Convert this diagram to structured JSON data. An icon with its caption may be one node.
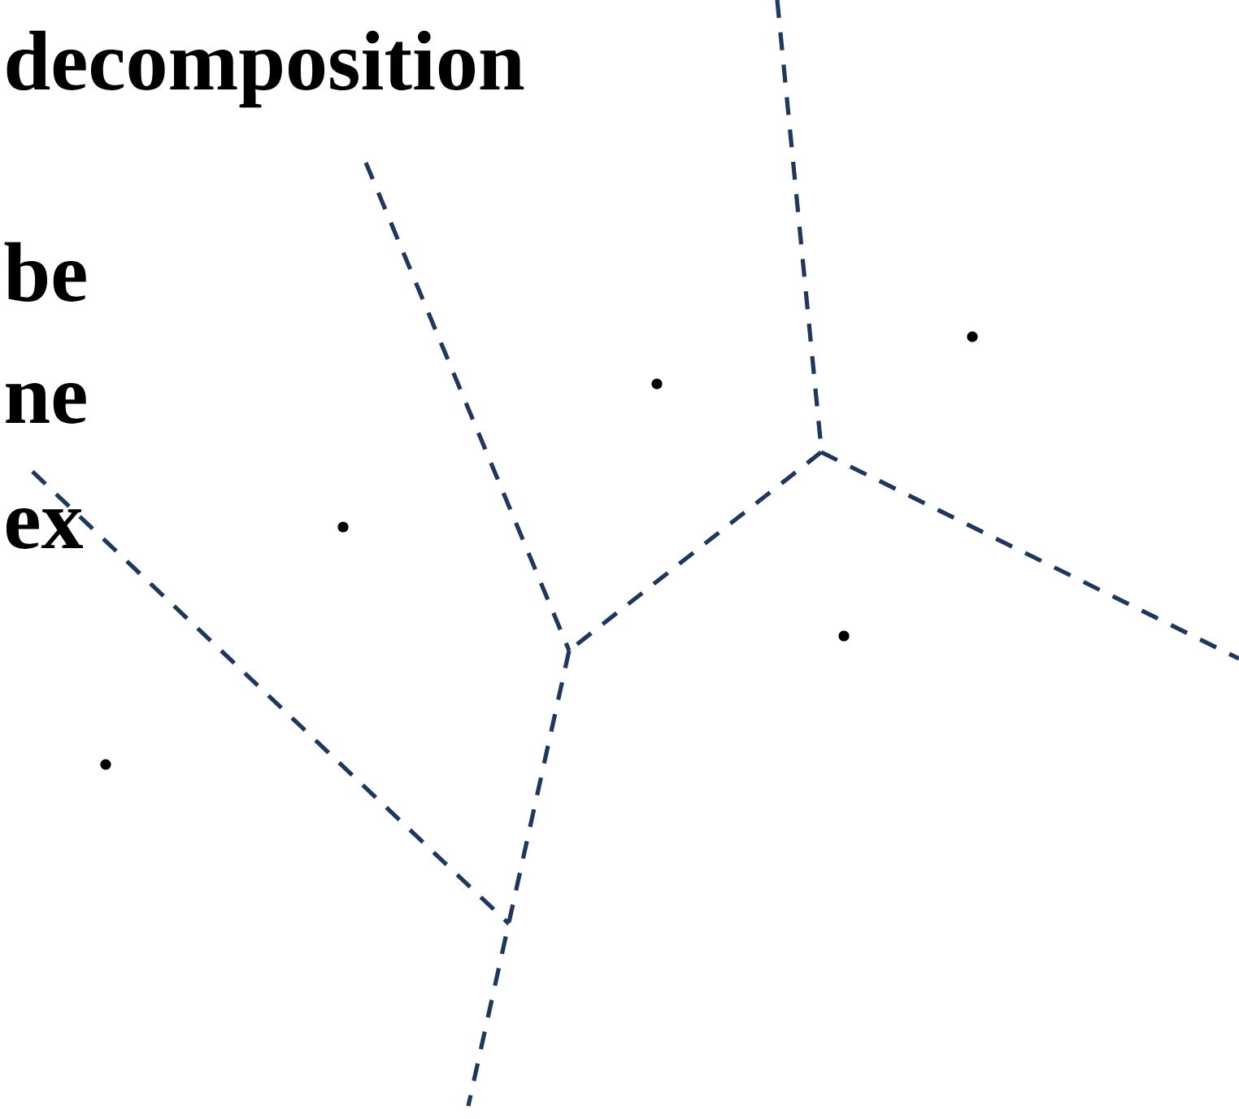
{
  "diagram": {
    "labels": [
      "decomposition",
      "be",
      "ne",
      "ex"
    ]
  }
}
